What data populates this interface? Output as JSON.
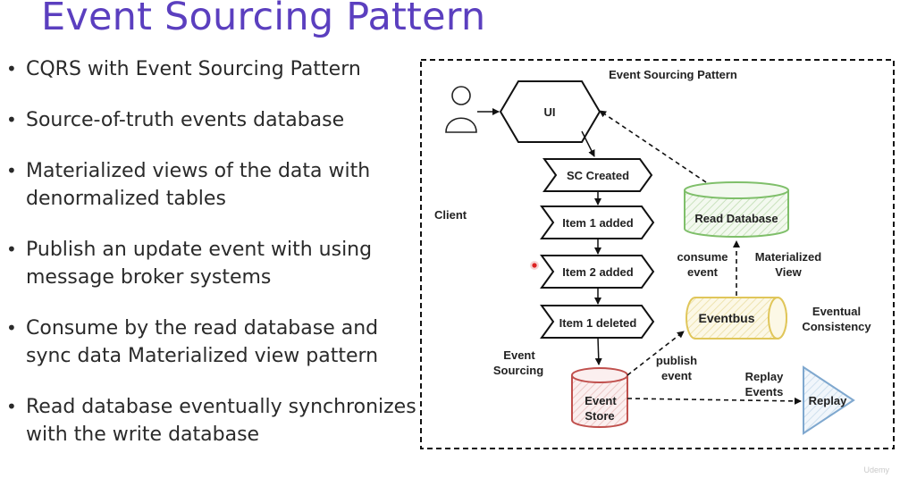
{
  "slide": {
    "title": "Event Sourcing Pattern",
    "bullets": [
      "CQRS with Event Sourcing Pattern",
      "Source-of-truth events database",
      "Materialized views of the data with denormalized tables",
      "Publish an update event with using message broker systems",
      "Consume by the read database and sync data Materialized view pattern",
      "Read database eventually synchronizes with the write database"
    ]
  },
  "diagram": {
    "title": "Event Sourcing Pattern",
    "ui_label": "UI",
    "client_label": "Client",
    "events": [
      "SC Created",
      "Item 1 added",
      "Item 2 added",
      "Item 1 deleted"
    ],
    "event_sourcing_label": [
      "Event",
      "Sourcing"
    ],
    "event_store_label": [
      "Event",
      "Store"
    ],
    "publish_event_label": [
      "publish",
      "event"
    ],
    "eventbus_label": "Eventbus",
    "eventual_consistency_label": [
      "Eventual",
      "Consistency"
    ],
    "consume_event_label": [
      "consume",
      "event"
    ],
    "materialized_view_label": [
      "Materialized",
      "View"
    ],
    "read_database_label": "Read Database",
    "replay_events_label": [
      "Replay",
      "Events"
    ],
    "replay_label": "Replay",
    "colors": {
      "read_database": "#7fbf6a",
      "eventbus": "#e0c65a",
      "event_store": "#c0504d",
      "replay": "#7fa8cf",
      "title": "#5b3fbf"
    }
  },
  "watermark": "Udemy"
}
